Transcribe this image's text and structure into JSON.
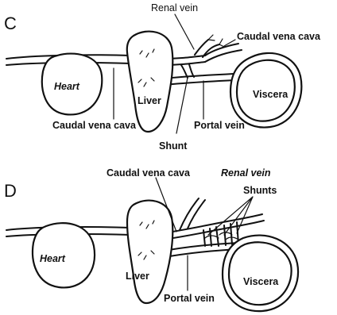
{
  "panel_c": {
    "letter": "C",
    "labels": {
      "renal_vein": "Renal vein",
      "caudal_vena_cava_top": "Caudal vena cava",
      "heart": "Heart",
      "liver": "Liver",
      "viscera": "Viscera",
      "caudal_vena_cava_bottom": "Caudal vena cava",
      "portal_vein": "Portal vein",
      "shunt": "Shunt"
    }
  },
  "panel_d": {
    "letter": "D",
    "labels": {
      "caudal_vena_cava": "Caudal vena cava",
      "renal_vein": "Renal vein",
      "shunts": "Shunts",
      "heart": "Heart",
      "liver": "Liver",
      "viscera": "Viscera",
      "portal_vein": "Portal vein"
    }
  }
}
